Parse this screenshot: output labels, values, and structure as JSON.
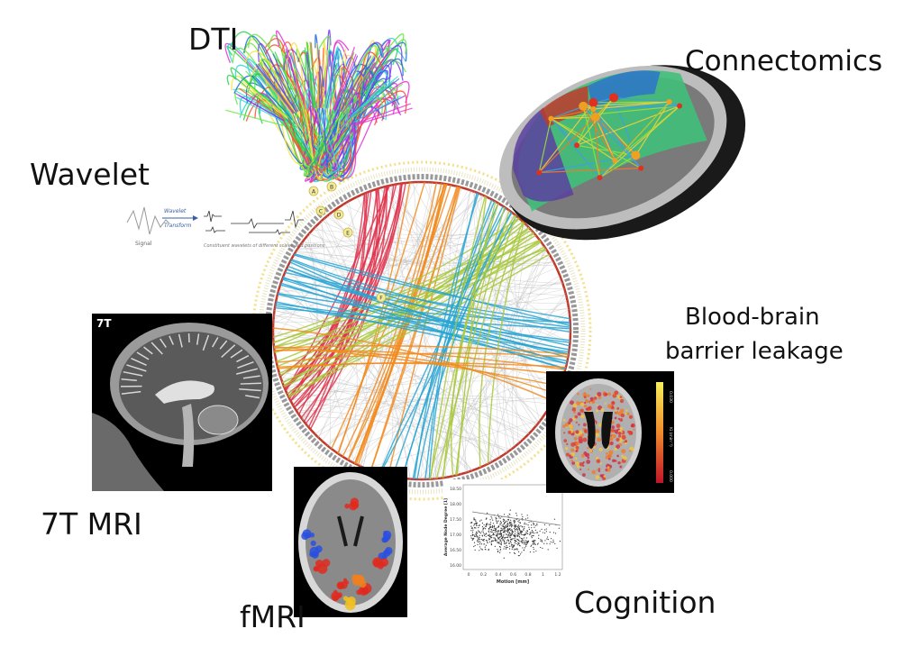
{
  "labels": {
    "dti": "DTI",
    "connectomics": "Connectomics",
    "wavelet": "Wavelet",
    "bbb_line1": "Blood-brain",
    "bbb_line2": "barrier leakage",
    "mri7t": "7T MRI",
    "fmri": "fMRI",
    "cognition": "Cognition"
  },
  "panels": {
    "mri_badge": "7T",
    "wavelet_arrow_top": "Wavelet",
    "wavelet_arrow_bottom": "Transform",
    "wavelet_signal": "Signal",
    "wavelet_caption": "Constituent wavelets of different scales and positions",
    "scatter_xlabel": "Motion [mm]",
    "scatter_ylabel": "Average Node Degree [1]",
    "scatter_xticks": [
      "0",
      "0.2",
      "0.4",
      "0.6",
      "0.8",
      "1",
      "1.2"
    ],
    "scatter_yticks": [
      "18.50",
      "18.00",
      "17.50",
      "17.00",
      "16.50",
      "16.00"
    ],
    "bbb_scale_top": "0.030",
    "bbb_scale_bottom": "0.000",
    "bbb_scale_unit": "Ki (min⁻¹)"
  },
  "wavelet_markers": [
    "A",
    "B",
    "C",
    "D",
    "E"
  ],
  "circos_marker": "F",
  "colors": {
    "ring_red": "#c0392b",
    "ring_yellow": "#f3e08a",
    "ribbon_red": "#e0314b",
    "ribbon_orange": "#f28a1c",
    "ribbon_green": "#a8c83a",
    "ribbon_blue": "#26a5d4",
    "ribbon_gray": "#bdbdbd"
  }
}
